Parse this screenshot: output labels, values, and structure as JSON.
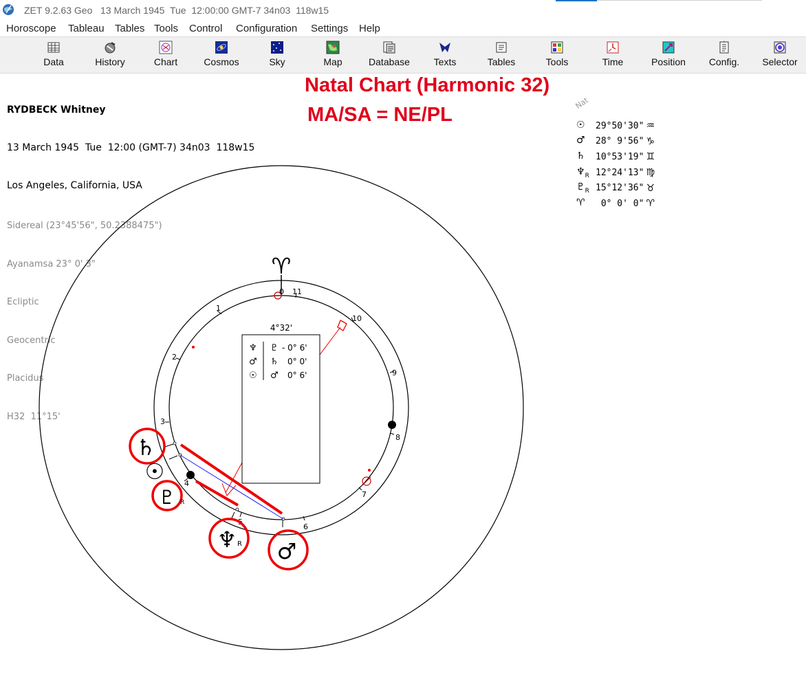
{
  "window": {
    "title": "ZET 9.2.63 Geo   13 March 1945  Tue  12:00:00 GMT-7 34n03  118w15"
  },
  "menu": [
    "Horoscope",
    "Tableau",
    "Tables",
    "Tools",
    "Control",
    "Configuration",
    "Settings",
    "Help"
  ],
  "toolbar": [
    {
      "label": "Data",
      "icon": "data-grid-icon"
    },
    {
      "label": "History",
      "icon": "history-disc-icon"
    },
    {
      "label": "Chart",
      "icon": "chart-wheel-icon"
    },
    {
      "label": "Cosmos",
      "icon": "cosmos-icon"
    },
    {
      "label": "Sky",
      "icon": "sky-stars-icon"
    },
    {
      "label": "Map",
      "icon": "map-icon"
    },
    {
      "label": "Database",
      "icon": "database-icon"
    },
    {
      "label": "Texts",
      "icon": "texts-icon"
    },
    {
      "label": "Tables",
      "icon": "tables-icon"
    },
    {
      "label": "Tools",
      "icon": "tools-icon"
    },
    {
      "label": "Time",
      "icon": "time-icon"
    },
    {
      "label": "Position",
      "icon": "position-icon"
    },
    {
      "label": "Config.",
      "icon": "config-icon"
    },
    {
      "label": "Selector",
      "icon": "selector-icon"
    }
  ],
  "person": {
    "name": "RYDBECK Whitney",
    "date_line": "13 March 1945  Tue  12:00 (GMT-7) 34n03  118w15",
    "place": "Los Angeles, California, USA",
    "details": [
      "Sidereal (23°45'56\", 50.2388475\")",
      "Ayanamsa 23° 0' 3\"",
      "Ecliptic",
      "Geocentric",
      "Placidus",
      "H32  11°15'"
    ]
  },
  "annotation": {
    "title": "Natal Chart (Harmonic 32)",
    "formula": "MA/SA = NE/PL",
    "color": "#e0001b"
  },
  "positions": {
    "header": "Nat",
    "rows": [
      {
        "glyph": "☉",
        "retro": "",
        "value": "29°50'30\"",
        "sign": "♒"
      },
      {
        "glyph": "♂",
        "retro": "",
        "value": "28° 9'56\"",
        "sign": "♑"
      },
      {
        "glyph": "♄",
        "retro": "",
        "value": "10°53'19\"",
        "sign": "♊"
      },
      {
        "glyph": "♆",
        "retro": "R",
        "value": "12°24'13\"",
        "sign": "♍"
      },
      {
        "glyph": "♇",
        "retro": "R",
        "value": "15°12'36\"",
        "sign": "♉"
      },
      {
        "glyph": "♈",
        "retro": "",
        "value": " 0° 0' 0\"",
        "sign": "♈"
      }
    ]
  },
  "wheel": {
    "aries_glyph": "♈",
    "house_numbers": [
      "1",
      "2",
      "3",
      "4",
      "5",
      "6",
      "7",
      "8",
      "9",
      "10",
      "11",
      "0"
    ],
    "orb_label": "4°32'",
    "aspects": [
      {
        "a": "♆",
        "b": "♇",
        "value": "- 0° 6'"
      },
      {
        "a": "♂",
        "b": "♄",
        "value": "0° 0'"
      },
      {
        "a": "☉",
        "b": "♂",
        "value": "0° 6'"
      }
    ],
    "planet_markers": [
      {
        "glyph": "♄",
        "retro": ""
      },
      {
        "glyph": "☉",
        "retro": ""
      },
      {
        "glyph": "♇",
        "retro": "R"
      },
      {
        "glyph": "♆",
        "retro": "R"
      },
      {
        "glyph": "♂",
        "retro": ""
      }
    ]
  }
}
